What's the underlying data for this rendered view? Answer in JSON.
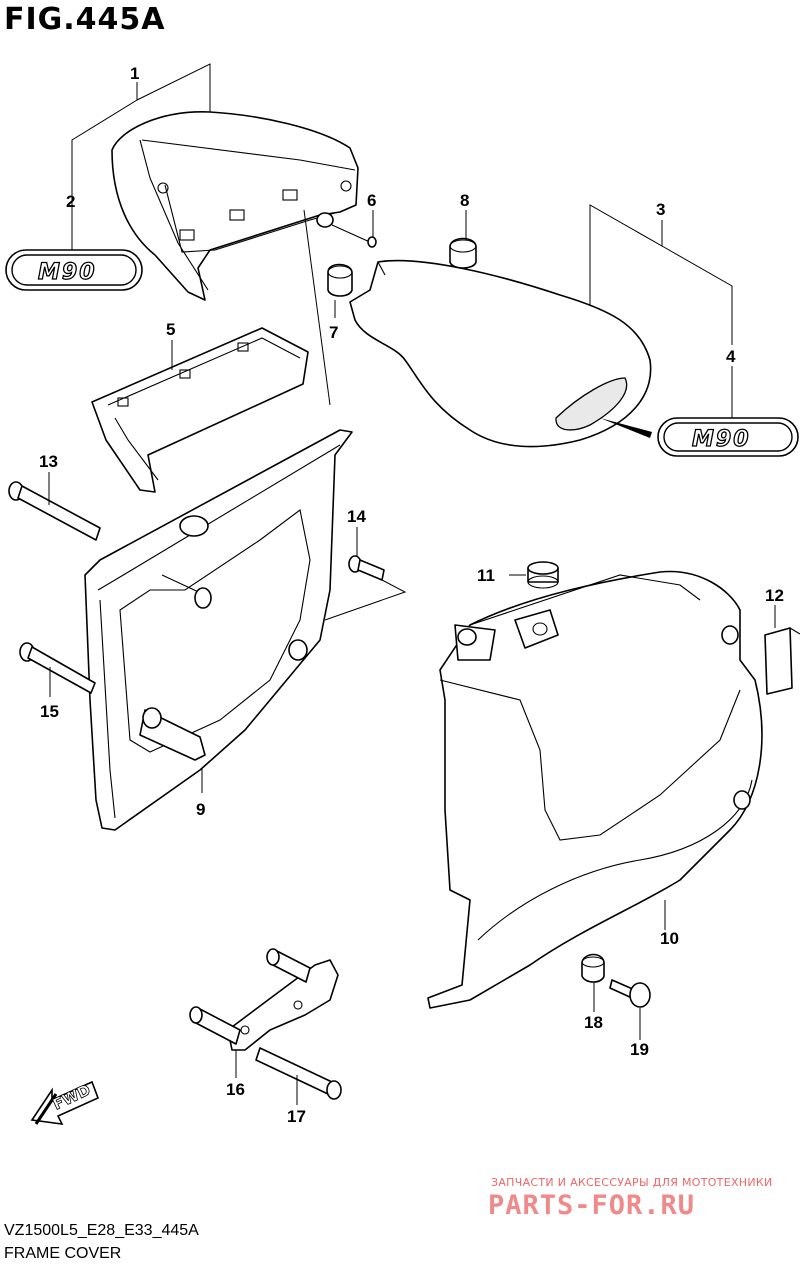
{
  "figure": {
    "title": "FIG.445A"
  },
  "callouts": [
    "1",
    "2",
    "3",
    "4",
    "5",
    "6",
    "7",
    "8",
    "9",
    "10",
    "11",
    "12",
    "13",
    "14",
    "15",
    "16",
    "17",
    "18",
    "19"
  ],
  "emblems": {
    "left": "M90",
    "right": "M90"
  },
  "fwd_label": "FWD",
  "watermark": {
    "tagline": "ЗАПЧАСТИ И АКСЕССУАРЫ ДЛЯ МОТОТЕХНИКИ",
    "brand": "PARTS-FOR.RU"
  },
  "footer": {
    "model_code": "VZ1500L5_E28_E33_445A",
    "name": "FRAME COVER"
  }
}
